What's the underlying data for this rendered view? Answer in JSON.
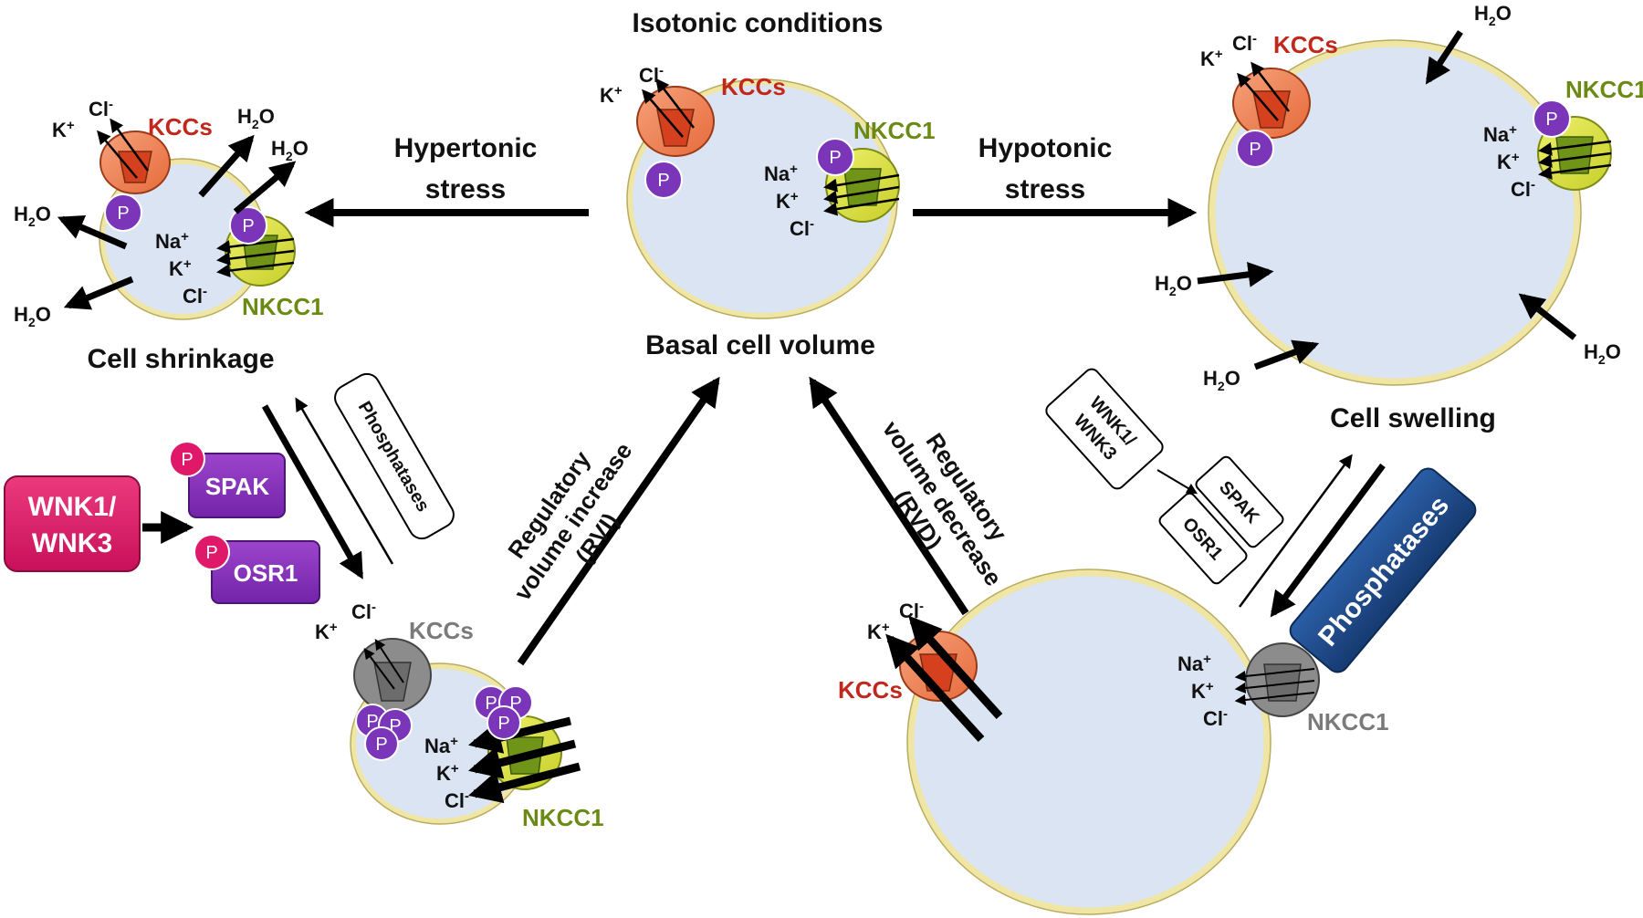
{
  "titles": {
    "isotonic": "Isotonic conditions",
    "basal": "Basal cell volume",
    "shrinkage": "Cell shrinkage",
    "swelling": "Cell swelling"
  },
  "stress": {
    "hypertonic_1": "Hypertonic",
    "hypertonic_2": "stress",
    "hypotonic_1": "Hypotonic",
    "hypotonic_2": "stress"
  },
  "regulation": {
    "rvi_1": "Regulatory",
    "rvi_2": "volume increase",
    "rvi_3": "(RVI)",
    "rvd_1": "Regulatory",
    "rvd_2": "volume decrease",
    "rvd_3": "(RVD)"
  },
  "transporters": {
    "kcc": "KCCs",
    "nkcc": "NKCC1"
  },
  "ions": {
    "na": "Na",
    "k": "K",
    "cl": "Cl",
    "plus": "+",
    "minus": "-",
    "water": "H",
    "water_sub": "2",
    "water_o": "O"
  },
  "kinases": {
    "wnk_1": "WNK1/",
    "wnk_2": "WNK3",
    "spak": "SPAK",
    "osr1": "OSR1",
    "phosphatases": "Phosphatases",
    "p": "P"
  },
  "colors": {
    "cell_fill": "#dbe4f3",
    "membrane": "#efe6a6",
    "kcc_fill": "#f08c62",
    "kcc_dark": "#d5411e",
    "nkcc_fill": "#dbe13a",
    "nkcc_dark": "#6f9418",
    "inactive": "#8c8c8c",
    "phospho": "#7a35b8",
    "wnk": "#e0186a",
    "spak": "#8a2dbb",
    "phosphatase_box": "#1e4b8c",
    "text_red": "#c0281c",
    "text_green": "#6a8a14"
  }
}
